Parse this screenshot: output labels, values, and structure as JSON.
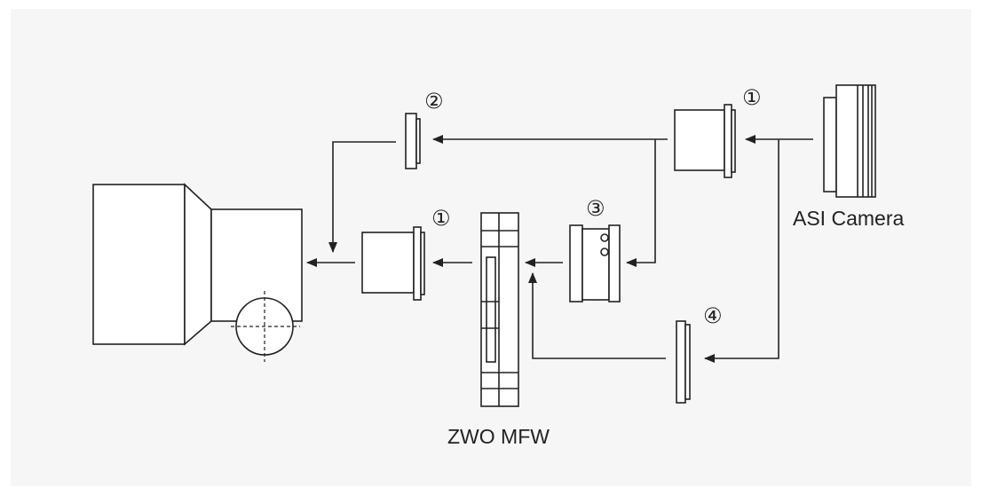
{
  "labels": {
    "camera": "ASI Camera",
    "filter_wheel": "ZWO MFW"
  },
  "callouts": {
    "adapter_top": "①",
    "adapter_bottom": "①",
    "spacer_top": "②",
    "adapter_middle": "③",
    "filter_ring": "④"
  },
  "colors": {
    "background": "#f6f6f6",
    "stroke": "#222222"
  }
}
